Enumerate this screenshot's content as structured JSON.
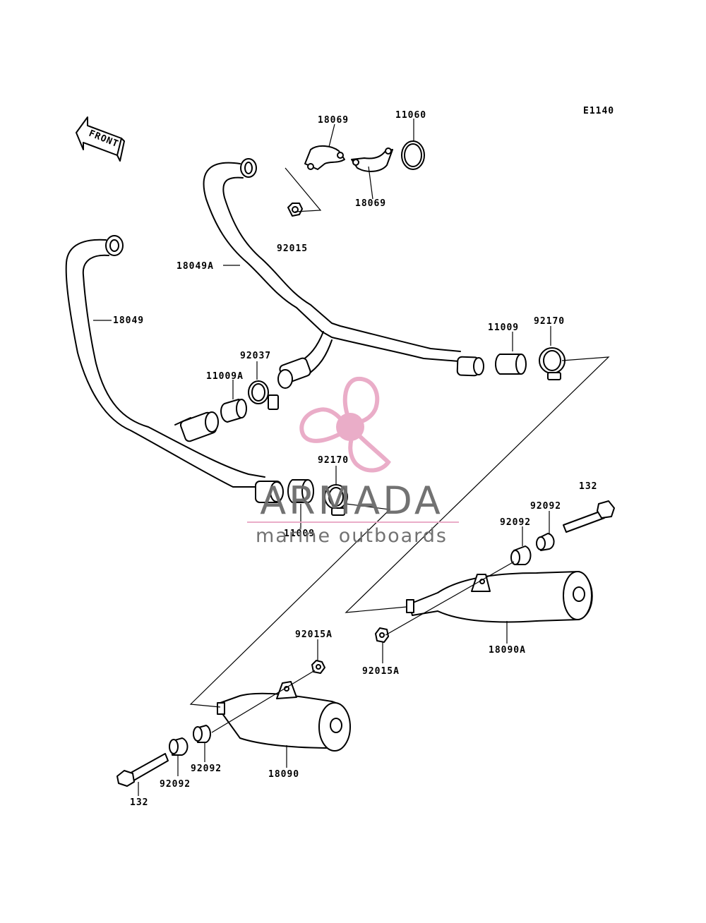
{
  "diagram_code": "E1140",
  "front_label": "FRONT",
  "parts": {
    "p18069_top": "18069",
    "p11060": "11060",
    "p18069_bottom": "18069",
    "p92015": "92015",
    "p18049A": "18049A",
    "p18049": "18049",
    "p11009_right": "11009",
    "p92170_right": "92170",
    "p92037": "92037",
    "p11009A": "11009A",
    "p92170_mid": "92170",
    "p11009_mid": "11009",
    "p132_right": "132",
    "p92092_right_a": "92092",
    "p92092_right_b": "92092",
    "p18090A": "18090A",
    "p92015A_right": "92015A",
    "p92015A_left": "92015A",
    "p92092_left_a": "92092",
    "p92092_left_b": "92092",
    "p18090": "18090",
    "p132_left": "132"
  },
  "watermark": {
    "brand": "ARMADA",
    "tagline": "marine outboards",
    "color": "#e9a9c6"
  }
}
